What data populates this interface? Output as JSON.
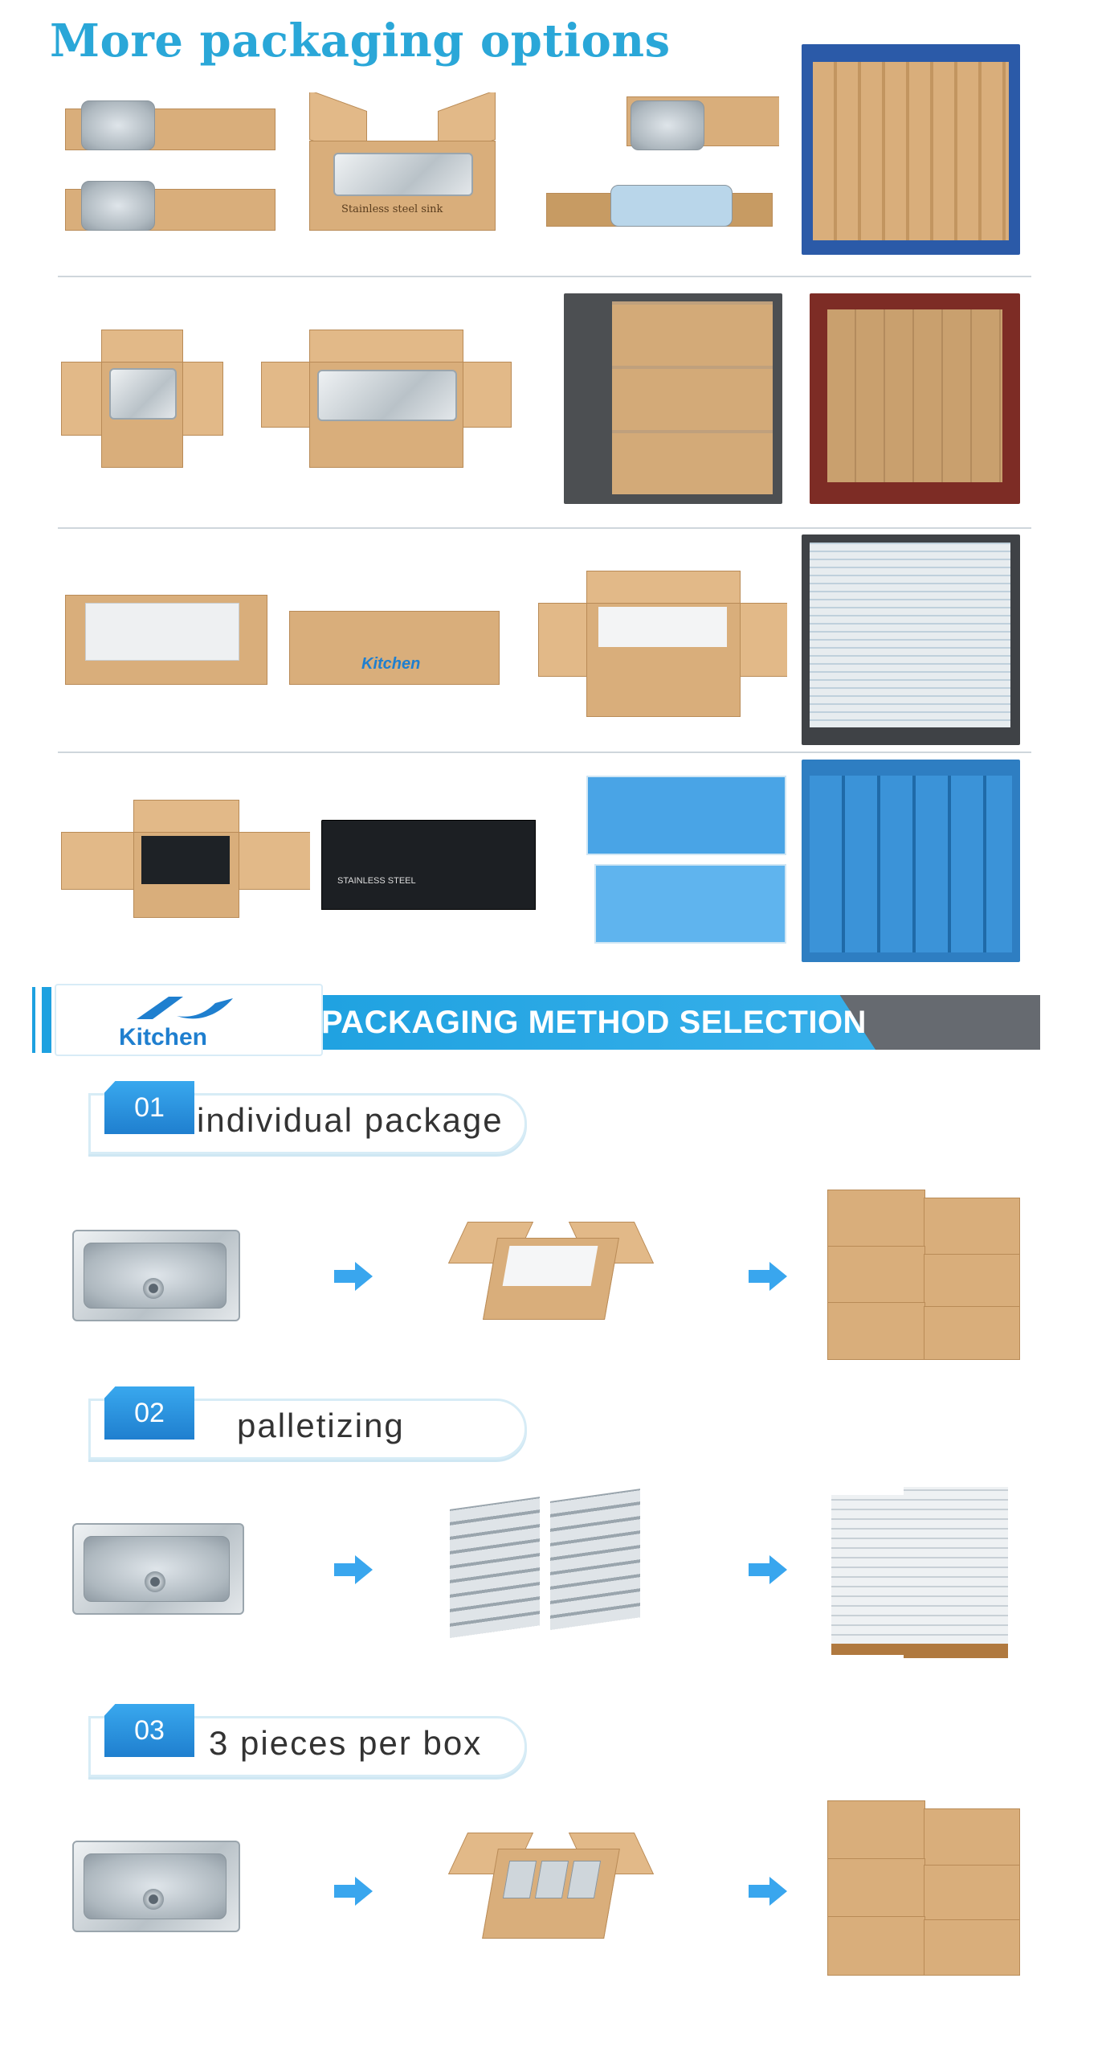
{
  "header": {
    "title": "More packaging options"
  },
  "photos": {
    "row1_box_print": "Stainless steel sink",
    "row3_box_brand": "Kitchen",
    "row4_box_print": "STAINLESS STEEL"
  },
  "banner": {
    "brand": "Kitchen",
    "title": "PACKAGING METHOD SELECTION"
  },
  "methods": [
    {
      "number": "01",
      "label": "individual package"
    },
    {
      "number": "02",
      "label": "palletizing"
    },
    {
      "number": "03",
      "label": "3 pieces per box"
    }
  ],
  "colors": {
    "title_blue": "#2aa7d8",
    "banner_gray": "#666a70",
    "banner_blue": "#1ea1e0",
    "arrow_blue": "#39a6ee",
    "cardboard": "#d9ae7b"
  }
}
